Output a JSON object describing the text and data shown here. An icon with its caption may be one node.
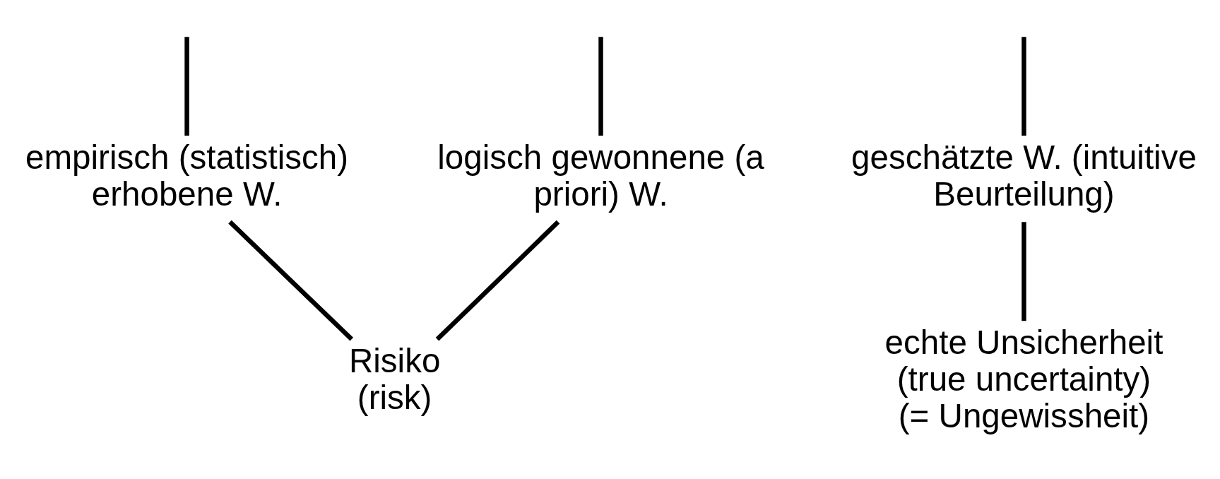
{
  "diagram": {
    "nodes": [
      {
        "text": [
          "logisch gewonnene (a priori) W."
        ]
      },
      {
        "text": [
          "empirisch (statistisch) erhobene W."
        ]
      },
      {
        "text": [
          "geschätzte W. (intuitive Beurteilung)"
        ]
      },
      {
        "text": [
          "Risiko",
          "(risk)"
        ]
      },
      {
        "text": [
          "echte Unsicherheit",
          "(true uncertainty)",
          "(= Ungewissheit)"
        ]
      }
    ],
    "edges": [
      {
        "from": null,
        "to": 0,
        "arrow": "none"
      },
      {
        "from": null,
        "to": 1,
        "arrow": "none"
      },
      {
        "from": null,
        "to": 2,
        "arrow": "none"
      },
      {
        "from": 0,
        "to": 3,
        "arrow": "none"
      },
      {
        "from": 1,
        "to": 3,
        "arrow": "none"
      },
      {
        "from": 2,
        "to": 4,
        "arrow": "none"
      }
    ]
  }
}
